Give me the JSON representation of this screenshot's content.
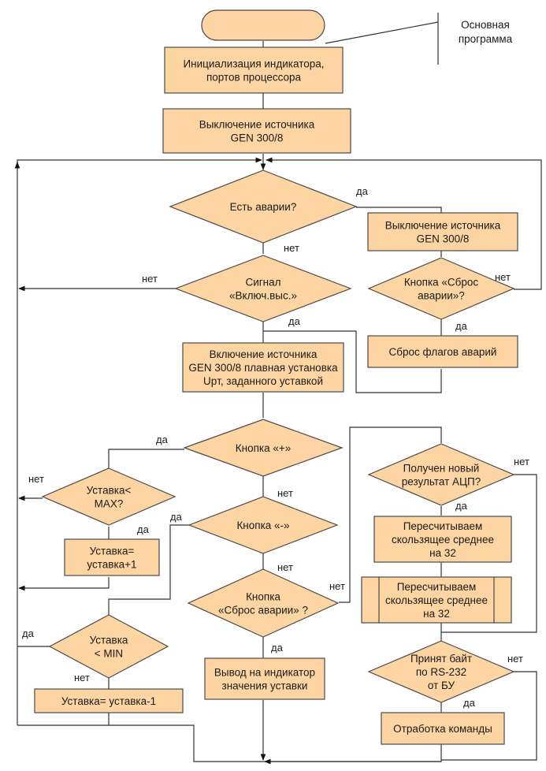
{
  "note": [
    "Основная",
    "программа"
  ],
  "nodes": {
    "start": [
      ""
    ],
    "init": [
      "Инициализация индикатора,",
      "портов процессора"
    ],
    "off1": [
      "Выключение источника",
      "GEN 300/8"
    ],
    "alarm_q": [
      "Есть аварии?"
    ],
    "off2": [
      "Выключение источника",
      "GEN 300/8"
    ],
    "reset_q": [
      "Кнопка «Сброс",
      "аварии»?"
    ],
    "reset_flags": [
      "Сброс флагов аварий"
    ],
    "signal_q": [
      "Сигнал",
      "«Включ.выс.»"
    ],
    "on": [
      "Включение источника",
      "GEN 300/8 плавная установка",
      "Upт, заданного уставкой"
    ],
    "plus_q": [
      "Кнопка «+»"
    ],
    "minus_q": [
      "Кнопка «-»"
    ],
    "btn_reset_q": [
      "Кнопка",
      "«Сброс аварии» ?"
    ],
    "display": [
      "Вывод на индикатор",
      "значения уставки"
    ],
    "max_q": [
      "Уставка<",
      "MAX?"
    ],
    "inc": [
      "Уставка=",
      "уставка+1"
    ],
    "min_q": [
      "Уставка",
      "< MIN"
    ],
    "dec": [
      "Уставка= уставка-1"
    ],
    "adc_q": [
      "Получен новый",
      "результат АЦП?"
    ],
    "avg1": [
      "Пересчитываем",
      "скользящее среднее",
      "на 32"
    ],
    "avg2": [
      "Пересчитываем",
      "скользящее среднее",
      "на 32"
    ],
    "rs_q": [
      "Принят байт",
      "по RS-232",
      "от БУ"
    ],
    "cmd": [
      "Отработка команды"
    ]
  },
  "labels": {
    "yes": "да",
    "no": "нет"
  }
}
